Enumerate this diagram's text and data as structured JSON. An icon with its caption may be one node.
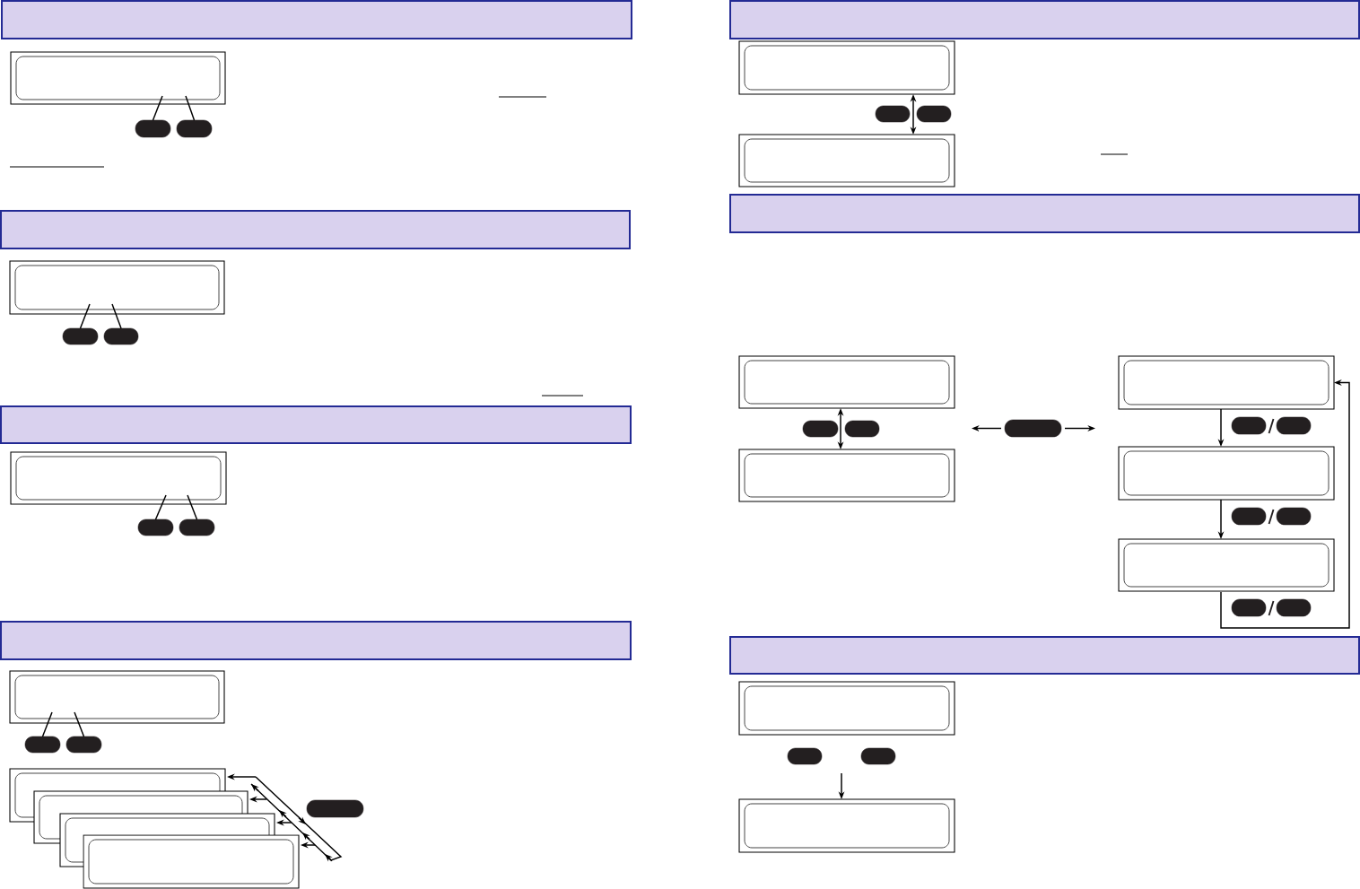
{
  "diagram": {
    "nodes": [
      {
        "text": [],
        "shape": "bar"
      },
      {
        "text": [],
        "shape": "box"
      },
      {
        "text": [],
        "shape": "pill"
      },
      {
        "text": [],
        "shape": "pill"
      },
      {
        "text": [],
        "shape": "bar"
      },
      {
        "text": [],
        "shape": "box"
      },
      {
        "text": [],
        "shape": "pill"
      },
      {
        "text": [],
        "shape": "pill"
      },
      {
        "text": [],
        "shape": "bar"
      },
      {
        "text": [],
        "shape": "box"
      },
      {
        "text": [],
        "shape": "pill"
      },
      {
        "text": [],
        "shape": "pill"
      },
      {
        "text": [],
        "shape": "bar"
      },
      {
        "text": [],
        "shape": "box"
      },
      {
        "text": [],
        "shape": "pill"
      },
      {
        "text": [],
        "shape": "pill"
      },
      {
        "text": [],
        "shape": "box"
      },
      {
        "text": [],
        "shape": "box"
      },
      {
        "text": [],
        "shape": "box"
      },
      {
        "text": [],
        "shape": "box"
      },
      {
        "text": [],
        "shape": "pill"
      },
      {
        "text": [],
        "shape": "bar"
      },
      {
        "text": [],
        "shape": "box"
      },
      {
        "text": [],
        "shape": "pill"
      },
      {
        "text": [],
        "shape": "pill"
      },
      {
        "text": [],
        "shape": "box"
      },
      {
        "text": [],
        "shape": "bar"
      },
      {
        "text": [],
        "shape": "box"
      },
      {
        "text": [],
        "shape": "pill"
      },
      {
        "text": [],
        "shape": "pill"
      },
      {
        "text": [],
        "shape": "box"
      },
      {
        "text": [],
        "shape": "pill"
      },
      {
        "text": [],
        "shape": "box"
      },
      {
        "text": [],
        "shape": "pill"
      },
      {
        "text": [],
        "shape": "pill"
      },
      {
        "text": [],
        "shape": "box"
      },
      {
        "text": [],
        "shape": "pill"
      },
      {
        "text": [],
        "shape": "pill"
      },
      {
        "text": [],
        "shape": "box"
      },
      {
        "text": [],
        "shape": "pill"
      },
      {
        "text": [],
        "shape": "pill"
      },
      {
        "text": [],
        "shape": "bar"
      },
      {
        "text": [],
        "shape": "box"
      },
      {
        "text": [],
        "shape": "pill"
      },
      {
        "text": [],
        "shape": "pill"
      },
      {
        "text": [],
        "shape": "box"
      },
      {
        "text": [],
        "shape": "loop"
      }
    ],
    "edges": [
      {
        "from": 2,
        "to": 1,
        "arrow": "none"
      },
      {
        "from": 3,
        "to": 1,
        "arrow": "none"
      },
      {
        "from": 6,
        "to": 5,
        "arrow": "none"
      },
      {
        "from": 7,
        "to": 5,
        "arrow": "none"
      },
      {
        "from": 10,
        "to": 9,
        "arrow": "none"
      },
      {
        "from": 11,
        "to": 9,
        "arrow": "none"
      },
      {
        "from": 14,
        "to": 13,
        "arrow": "none"
      },
      {
        "from": 15,
        "to": 13,
        "arrow": "none"
      },
      {
        "from": 46,
        "to": 16,
        "arrow": "to"
      },
      {
        "from": 46,
        "to": 17,
        "arrow": "to"
      },
      {
        "from": 46,
        "to": 18,
        "arrow": "to"
      },
      {
        "from": 46,
        "to": 19,
        "arrow": "to"
      },
      {
        "from": 22,
        "to": 25,
        "arrow": "both"
      },
      {
        "from": 27,
        "to": 30,
        "arrow": "both"
      },
      {
        "from": 31,
        "to": null,
        "arrow": "to"
      },
      {
        "from": 31,
        "to": null,
        "arrow": "to"
      },
      {
        "from": 32,
        "to": 35,
        "arrow": "to"
      },
      {
        "from": 35,
        "to": 38,
        "arrow": "to"
      },
      {
        "from": 38,
        "to": 32,
        "arrow": "to"
      },
      {
        "from": null,
        "to": 45,
        "arrow": "to"
      }
    ]
  }
}
